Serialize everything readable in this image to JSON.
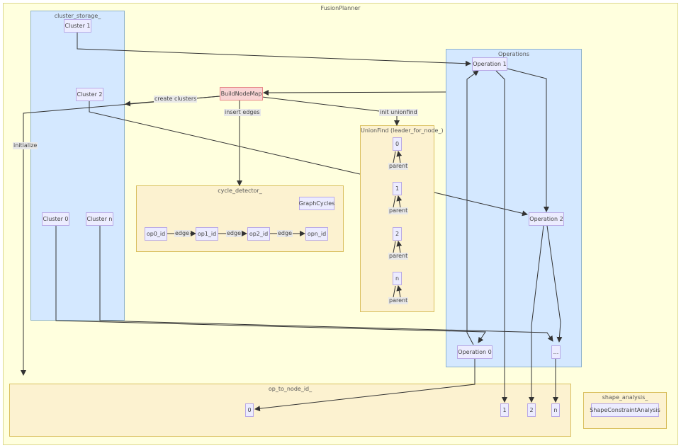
{
  "diagram": {
    "title": "FusionPlanner",
    "clusters": {
      "cluster_storage": "cluster_storage_",
      "operations": "Operations",
      "cycle_detector": "cycle_detector_",
      "unionfind": "UnionFind (leader_for_node_)",
      "op_to_node_id": "op_to_node_id_",
      "shape_analysis": "shape_analysis_"
    },
    "nodes": {
      "cluster1": "Cluster 1",
      "cluster2": "Cluster 2",
      "cluster0": "Cluster 0",
      "clustern": "Cluster n",
      "buildnodemap": "BuildNodeMap",
      "op1": "Operation 1",
      "op2": "Operation 2",
      "op0": "Operation 0",
      "opdots": "...",
      "graphcycles": "GraphCycles",
      "op0_id": "op0_id",
      "op1_id": "op1_id",
      "op2_id": "op2_id",
      "opn_id": "opn_id",
      "uf0": "0",
      "uf1": "1",
      "uf2": "2",
      "ufn": "n",
      "map0": "0",
      "map1": "1",
      "map2": "2",
      "mapn": "n",
      "shapeconstraint": "ShapeConstraintAnalysis"
    },
    "edge_labels": {
      "create_clusters": "create clusters",
      "insert_edges": "insert edges",
      "init_unionfind": "init unionfind",
      "initialize": "initialize",
      "edge": "edge",
      "parent": "parent"
    },
    "colors": {
      "outer_bg": "#ffffde",
      "outer_border": "#dcd78e",
      "blue_bg": "#d4e8ff",
      "blue_border": "#8fb3cc",
      "tan_bg": "#fcf2d0",
      "tan_border": "#d9bf5e",
      "node_bg": "#ececff",
      "node_border": "#b9a9e6",
      "red_bg": "#f9d4d4",
      "red_border": "#e88a8a",
      "edge": "#333333"
    }
  }
}
